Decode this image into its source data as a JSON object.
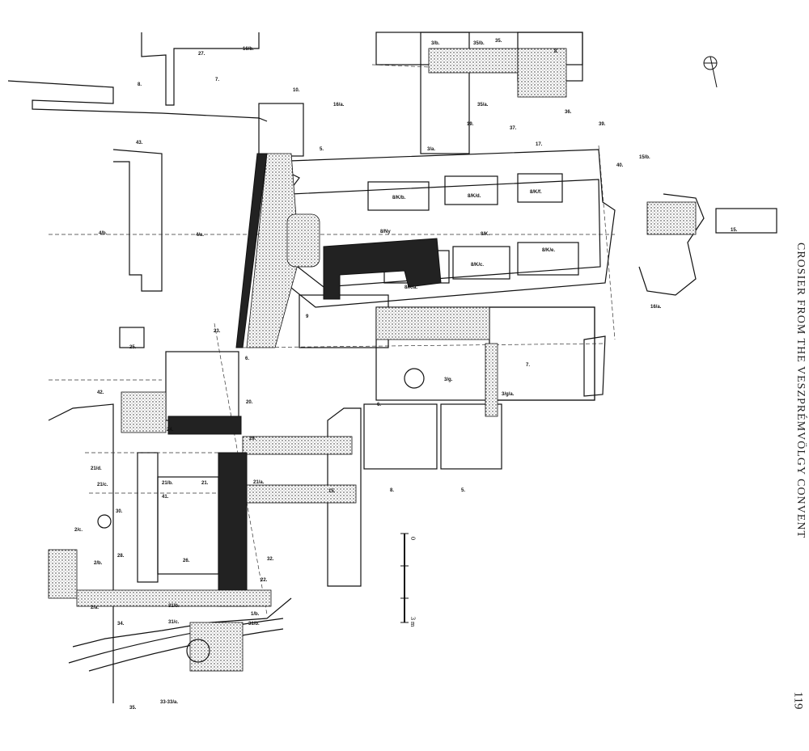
{
  "running_head": "CROSIER FROM THE VESZPRÉMVÖLGY CONVENT",
  "page_number": "119",
  "north_arrow": "north-arrow-icon",
  "scale_bar": {
    "start": "0",
    "end": "3 m"
  },
  "room_labels": [
    "27.",
    "16/b.",
    "3/b.",
    "35/b.",
    "35.",
    "8.",
    "8.",
    "7.",
    "10.",
    "16/a.",
    "35/a.",
    "19.",
    "37.",
    "36.",
    "39.",
    "17.",
    "3/a.",
    "5.",
    "43.",
    "4/b.",
    "4/a.",
    "8/K/b.",
    "8/K/d.",
    "8/K/f.",
    "8/Ny",
    "8/K.",
    "8/K/e.",
    "8/K/c.",
    "8/K/a.",
    "9",
    "40.",
    "15/b.",
    "15.",
    "16/a.",
    "7.",
    "6.",
    "6.",
    "3/g.",
    "3/g/a.",
    "23.",
    "25.",
    "42.",
    "24.",
    "20.",
    "29.",
    "21/d.",
    "21/c.",
    "21/b.",
    "21.",
    "21/a.",
    "41.",
    "15.",
    "30.",
    "2/c.",
    "28.",
    "2/b.",
    "26.",
    "32.",
    "22.",
    "2/a.",
    "34.",
    "31/b.",
    "31/c.",
    "1/b.",
    "31/b.",
    "33-33/a.",
    "35.",
    "8.",
    "5."
  ]
}
